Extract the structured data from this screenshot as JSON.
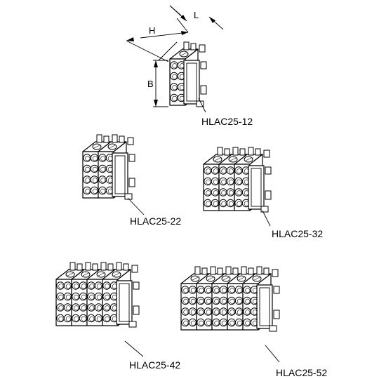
{
  "dimensions": {
    "h_label": "H",
    "l_label": "L",
    "b_label": "B"
  },
  "products": [
    {
      "code": "HLAC25-12",
      "modules": 1
    },
    {
      "code": "HLAC25-22",
      "modules": 2
    },
    {
      "code": "HLAC25-32",
      "modules": 3
    },
    {
      "code": "HLAC25-42",
      "modules": 4
    },
    {
      "code": "HLAC25-52",
      "modules": 5
    }
  ]
}
